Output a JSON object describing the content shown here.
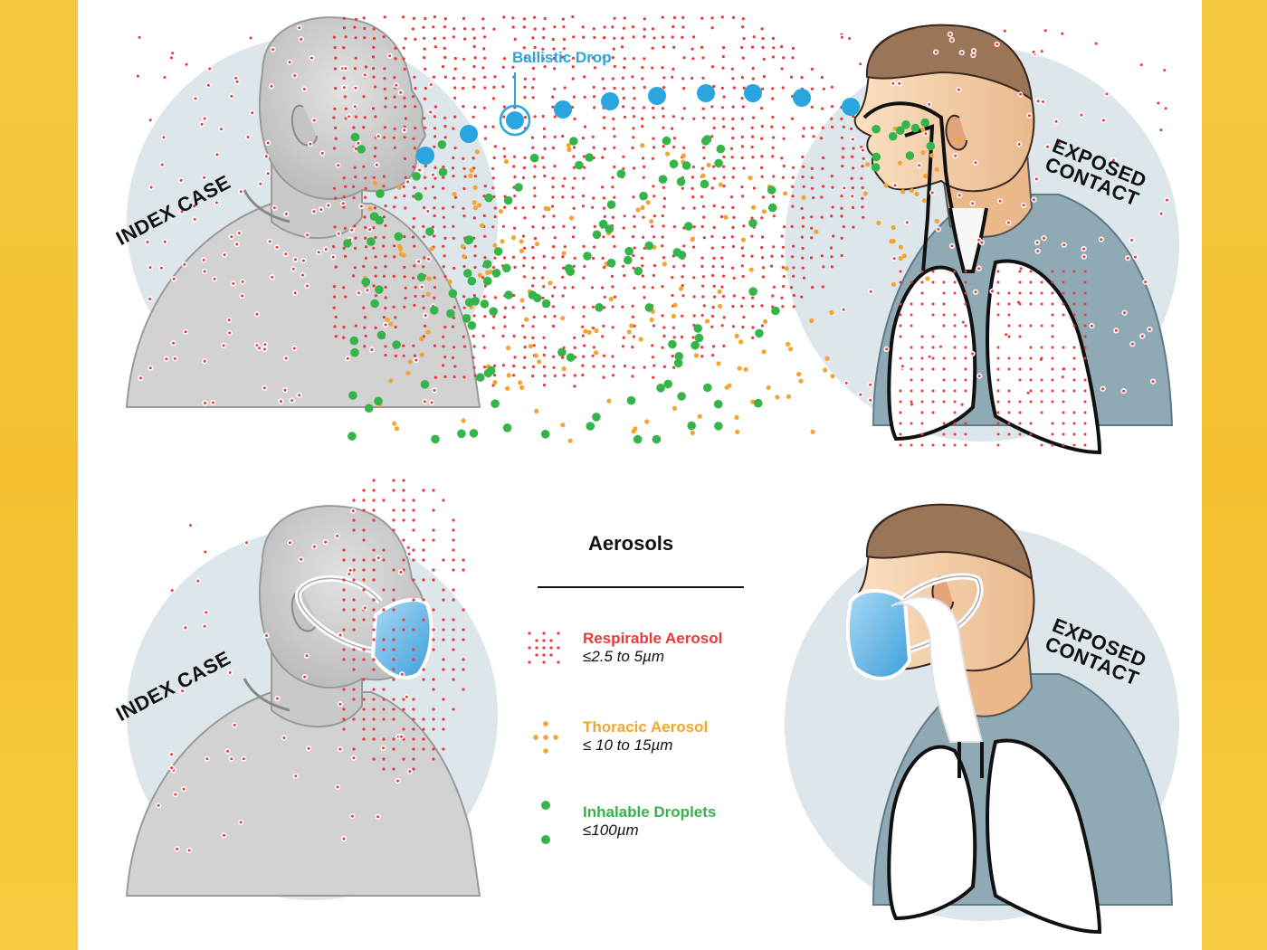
{
  "labels": {
    "index_case_top": "INDEX CASE",
    "index_case_bottom": "INDEX CASE",
    "exposed_top_line1": "EXPOSED",
    "exposed_top_line2": "CONTACT",
    "exposed_bottom_line1": "EXPOSED",
    "exposed_bottom_line2": "CONTACT",
    "ballistic_drop": "Ballistic Drop"
  },
  "legend": {
    "title": "Aerosols",
    "items": [
      {
        "name": "Respirable Aerosol",
        "size": "≤2.5 to 5µm",
        "color": "#e53b3b"
      },
      {
        "name": "Thoracic Aerosol",
        "size": "≤ 10 to 15µm",
        "color": "#f2a531"
      },
      {
        "name": "Inhalable Droplets",
        "size": "≤100µm",
        "color": "#35b44a"
      }
    ]
  },
  "colors": {
    "respirable": "#e53b3b",
    "thoracic": "#f2a531",
    "inhalable": "#35b44a",
    "ballistic": "#29a6dd",
    "circle_bg": "#dde6ea",
    "mask": "#7fc3ea",
    "skin": "#f6cfa8",
    "hair": "#9a7558",
    "shirt": "#8fa9b5",
    "background": "#f5c842"
  }
}
